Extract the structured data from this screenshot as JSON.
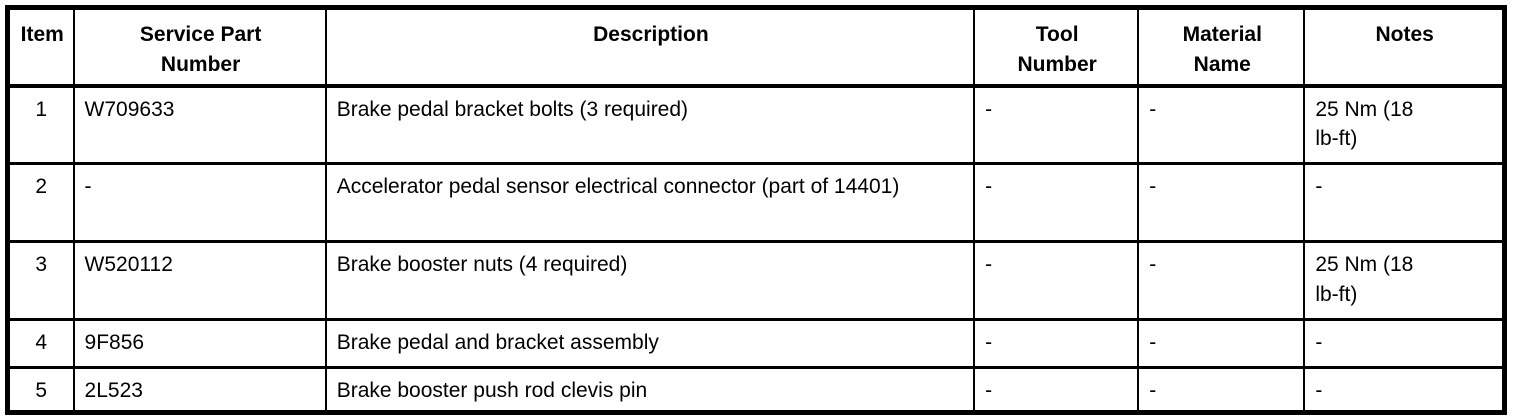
{
  "colors": {
    "border": "#000000",
    "background": "#ffffff",
    "text": "#000000"
  },
  "table": {
    "columns": [
      {
        "label": "Item"
      },
      {
        "label": "Service Part Number"
      },
      {
        "label": "Description"
      },
      {
        "label": "Tool Number"
      },
      {
        "label": "Material Name"
      },
      {
        "label": "Notes"
      }
    ],
    "rows": [
      {
        "item": "1",
        "service_part_number": "W709633",
        "description": "Brake pedal bracket bolts (3 required)",
        "tool_number": "-",
        "material_name": "-",
        "notes": "25 Nm (18 lb-ft)"
      },
      {
        "item": "2",
        "service_part_number": "-",
        "description": "Accelerator pedal sensor electrical connector (part of 14401)",
        "tool_number": "-",
        "material_name": "-",
        "notes": "-"
      },
      {
        "item": "3",
        "service_part_number": "W520112",
        "description": "Brake booster nuts (4 required)",
        "tool_number": "-",
        "material_name": "-",
        "notes": "25 Nm (18 lb-ft)"
      },
      {
        "item": "4",
        "service_part_number": "9F856",
        "description": "Brake pedal and bracket assembly",
        "tool_number": "-",
        "material_name": "-",
        "notes": "-"
      },
      {
        "item": "5",
        "service_part_number": "2L523",
        "description": "Brake booster push rod clevis pin",
        "tool_number": "-",
        "material_name": "-",
        "notes": "-"
      }
    ]
  }
}
